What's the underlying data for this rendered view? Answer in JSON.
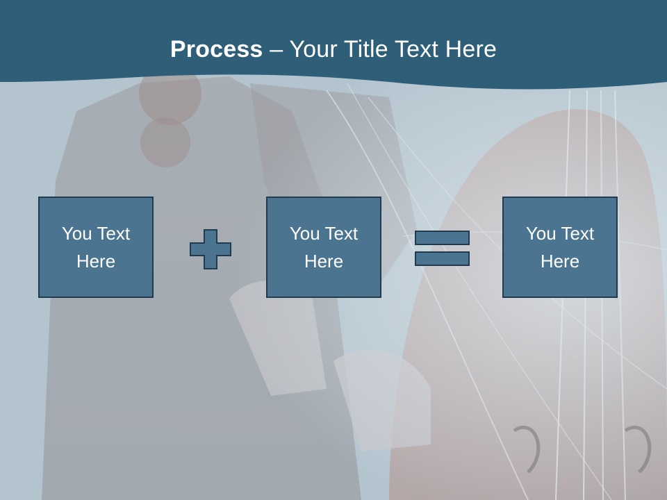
{
  "slide": {
    "title_bold": "Process",
    "title_dash": " – ",
    "title_rest": "Your Title Text Here",
    "boxes": [
      {
        "text": "You Text Here"
      },
      {
        "text": "You Text Here"
      },
      {
        "text": "You Text Here"
      }
    ],
    "operators": [
      "plus",
      "equals"
    ]
  },
  "colors": {
    "header": "#2f5e78",
    "box_fill": "#4a7490",
    "box_border": "#213a4d",
    "text": "#ffffff"
  }
}
